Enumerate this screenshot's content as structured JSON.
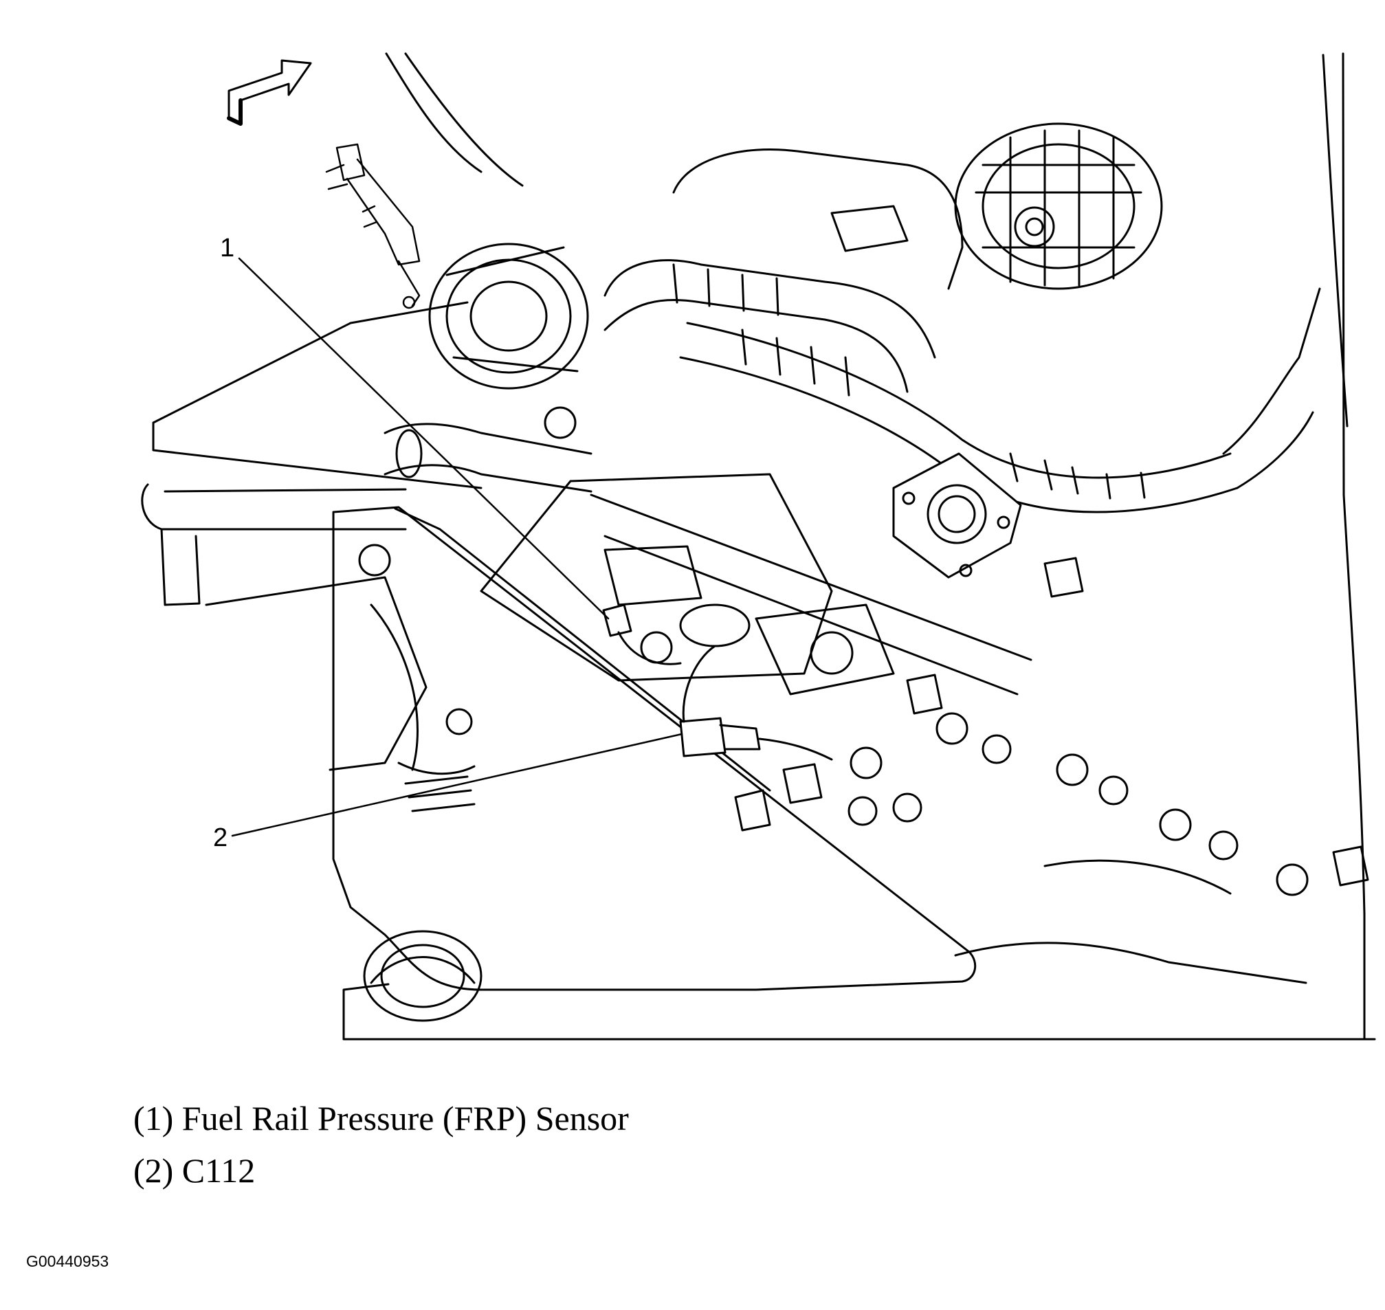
{
  "figure": {
    "callouts": [
      {
        "number": "1",
        "name": "Fuel Rail Pressure (FRP) Sensor"
      },
      {
        "number": "2",
        "name": "C112"
      }
    ],
    "legend": [
      "(1) Fuel Rail Pressure (FRP) Sensor",
      "(2) C112"
    ],
    "figure_id": "G00440953",
    "icons": {
      "orientation_arrow": "forward-arrow-icon"
    },
    "colors": {
      "line": "#000000",
      "background": "#ffffff"
    }
  }
}
